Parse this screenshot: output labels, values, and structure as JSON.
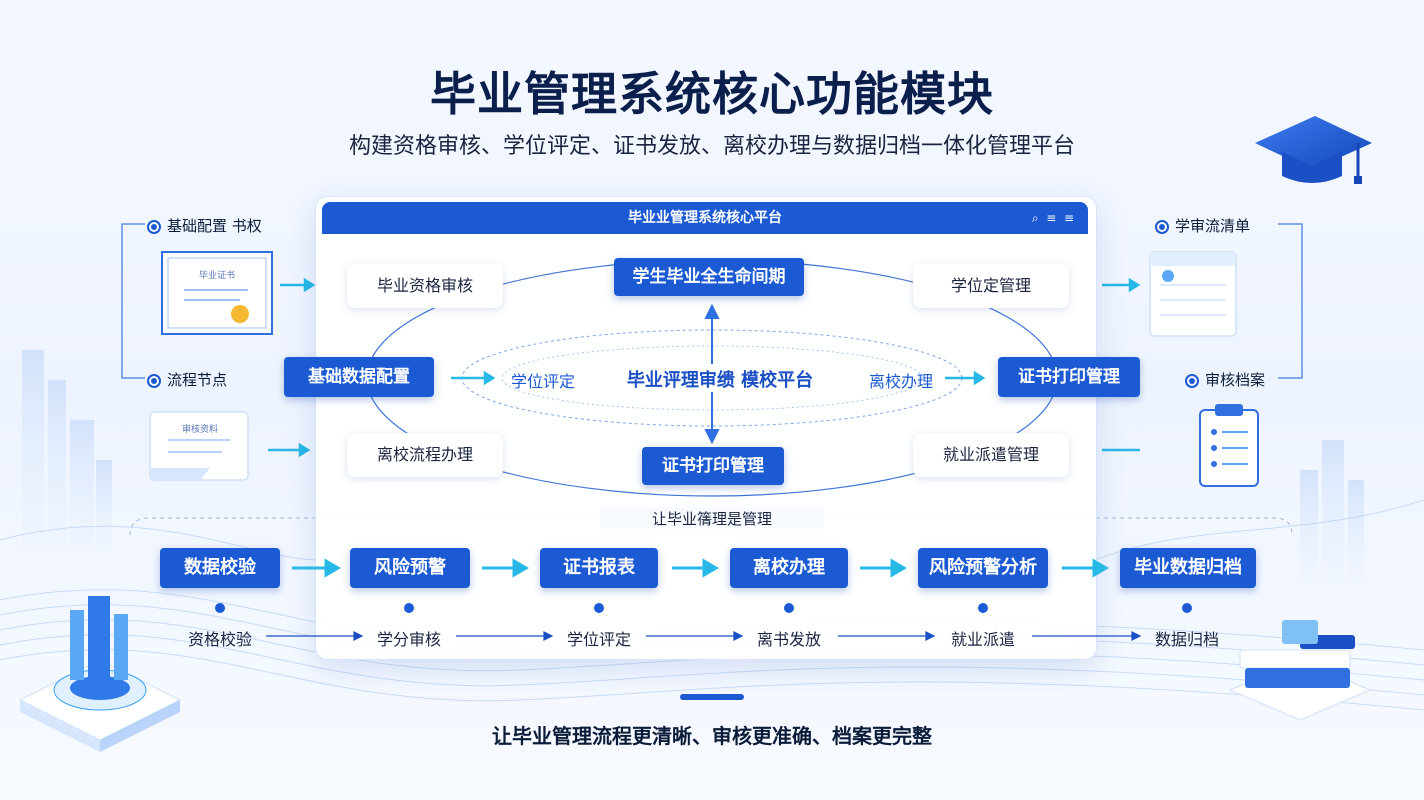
{
  "title": "毕业管理系统核心功能模块",
  "subtitle": "构建资格审核、学位评定、证书发放、离校办理与数据归档一体化管理平台",
  "panel": {
    "header": "毕业业管理系统核心平台",
    "center_label": "毕业评理审缋 模校平台",
    "top_center": "学生毕业全生命间期",
    "bottom_center": "证书打印管理",
    "left_center": "基础数据配置",
    "right_center": "证书打印管理",
    "inner_left": "学位评定",
    "inner_right": "离校办理",
    "corner_chips": {
      "top_left": "毕业资格审核",
      "top_right": "学位定管理",
      "bottom_left": "离校流程办理",
      "bottom_right": "就业派遣管理"
    },
    "flow_caption": "让毕业篟理是管理"
  },
  "left_side": {
    "label_top": "基础配置 书权",
    "label_bottom": "流程节点",
    "certificate_text": "毕业证书",
    "card_text": "审核资料"
  },
  "right_side": {
    "label_top": "学审流清单",
    "label_bottom": "审核档案"
  },
  "flow_boxes": [
    "数据校验",
    "风险预警",
    "证书报表",
    "离校办理",
    "风险预警分析",
    "毕业数据归档"
  ],
  "flow_steps": [
    "资格校验",
    "学分审核",
    "学位评定",
    "离书发放",
    "就业派遣",
    "数据归档"
  ],
  "footer": "让毕业管理流程更清晰、审核更准确、档案更完整",
  "colors": {
    "primary": "#1b5ad3",
    "accent": "#27b8e6",
    "text": "#0b1c3a"
  }
}
